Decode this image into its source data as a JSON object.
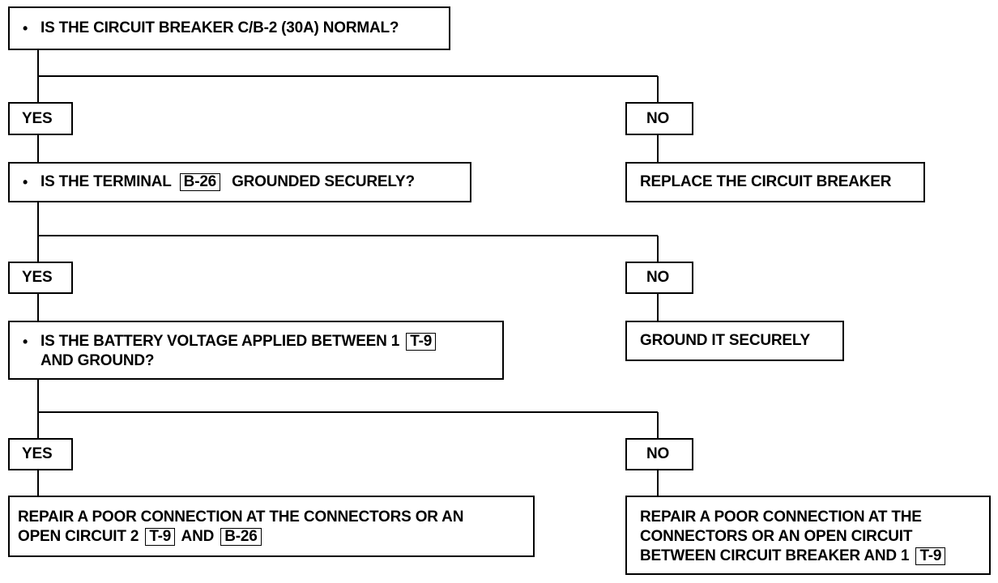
{
  "diagram": {
    "q1": {
      "bullet": "•",
      "text": "IS THE CIRCUIT BREAKER C/B-2 (30A) NORMAL?"
    },
    "q1_yes": "YES",
    "q1_no": "NO",
    "q1_no_action": "REPLACE THE CIRCUIT BREAKER",
    "q2": {
      "bullet": "•",
      "text_before": "IS THE TERMINAL",
      "terminal": "B-26",
      "text_after": "GROUNDED SECURELY?"
    },
    "q2_yes": "YES",
    "q2_no": "NO",
    "q2_no_action": "GROUND IT SECURELY",
    "q3": {
      "bullet": "•",
      "line1": "IS THE BATTERY VOLTAGE APPLIED BETWEEN 1",
      "connector": "T-9",
      "line2": "AND GROUND?"
    },
    "q3_yes": "YES",
    "q3_no": "NO",
    "q3_yes_action": {
      "line1": "REPAIR A POOR CONNECTION AT THE CONNECTORS  OR AN",
      "line2_start": "OPEN CIRCUIT 2",
      "connector": "T-9",
      "line2_mid": "AND",
      "terminal": "B-26"
    },
    "q3_no_action": {
      "line1": "REPAIR A POOR CONNECTION AT THE",
      "line2": "CONNECTORS OR AN OPEN CIRCUIT",
      "line3": "BETWEEN CIRCUIT BREAKER AND 1",
      "connector": "T-9"
    }
  }
}
